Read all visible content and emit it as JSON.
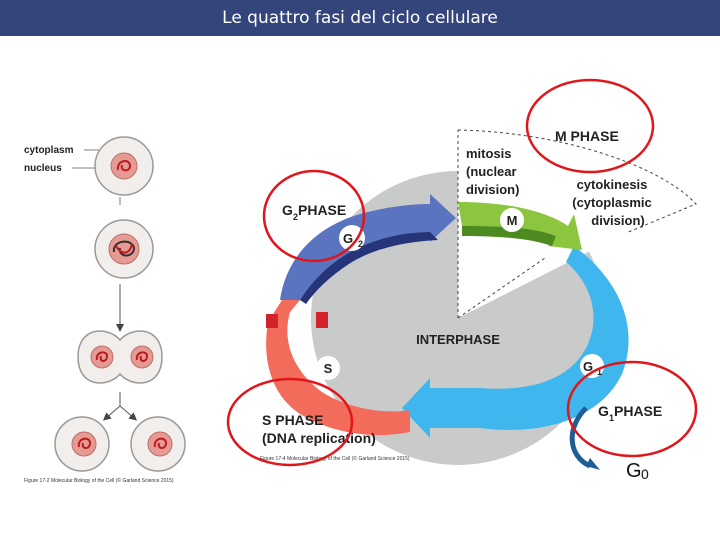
{
  "slide": {
    "title": "Le quattro fasi del ciclo cellulare"
  },
  "left_panel": {
    "cytoplasm_label": "cytoplasm",
    "nucleus_label": "nucleus",
    "caption": "Figure 17-2 Molecular Biology of the Cell (© Garland Science 2015)"
  },
  "cycle": {
    "m_phase_label": "M PHASE",
    "mitosis_label": [
      "mitosis",
      "(nuclear",
      "division)"
    ],
    "cytokinesis_label": [
      "cytokinesis",
      "(cytoplasmic",
      "division)"
    ],
    "m_badge": "M",
    "g2_phase_label": "G",
    "g2_phase_sub": "2",
    "g2_phase_suffix": " PHASE",
    "g2_badge": "G",
    "g2_badge_sub": "2",
    "interphase_label": "INTERPHASE",
    "s_badge": "S",
    "g1_badge": "G",
    "g1_badge_sub": "1",
    "s_phase_label": "S PHASE",
    "s_phase_desc": "(DNA replication)",
    "g1_phase_label": "G",
    "g1_phase_sub": "1",
    "g1_phase_suffix": " PHASE",
    "caption": "Figure 17-4 Molecular Biology of the Cell (© Garland Science 2015)",
    "g0_label": "G",
    "g0_sub": "0"
  },
  "colors": {
    "title_bar": "#33457a",
    "m_phase": "#8cc63f",
    "g2_phase": "#5b74c0",
    "s_phase": "#f26b5b",
    "g1_phase": "#3fb6ee",
    "interphase": "#c9cbca",
    "highlight_circle": "#e0161b"
  }
}
